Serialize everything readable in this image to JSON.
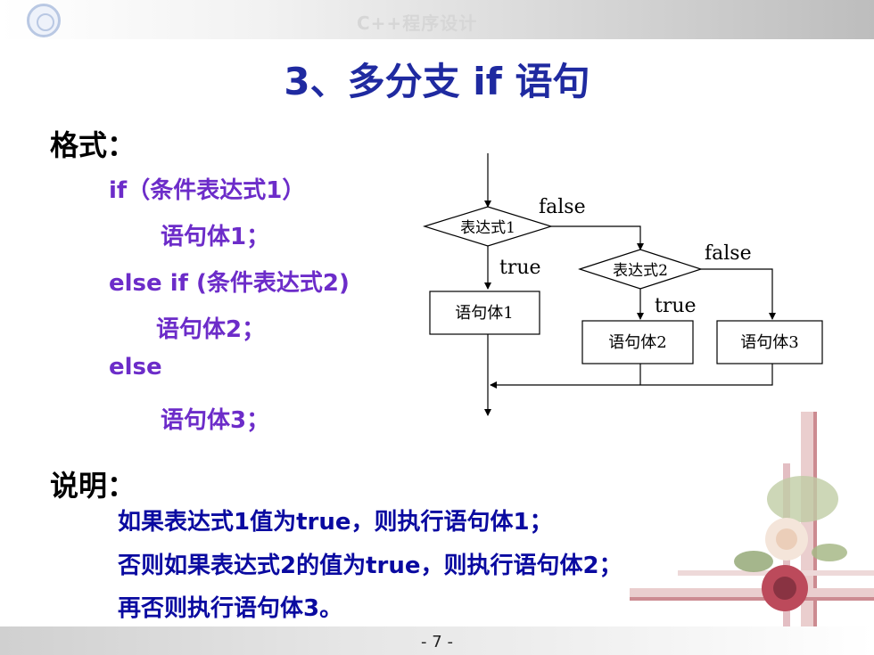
{
  "header": {
    "course_title": "C++程序设计"
  },
  "slide": {
    "title": "3、多分支 if 语句"
  },
  "format": {
    "label": "格式：",
    "lines": [
      "if（条件表达式1）",
      "语句体1；",
      "else if (条件表达式2)",
      "语句体2；",
      "else",
      "语句体3；"
    ]
  },
  "flowchart": {
    "cond1": "表达式1",
    "cond2": "表达式2",
    "false1": "false",
    "false2": "false",
    "true1": "true",
    "true2": "true",
    "box1": "语句体1",
    "box2": "语句体2",
    "box3": "语句体3"
  },
  "explanation": {
    "label": "说明：",
    "lines": [
      "如果表达式1值为true，则执行语句体1；",
      "否则如果表达式2的值为true，则执行语句体2；",
      "再否则执行语句体3。"
    ]
  },
  "footer": {
    "page_number": "- 7 -"
  }
}
